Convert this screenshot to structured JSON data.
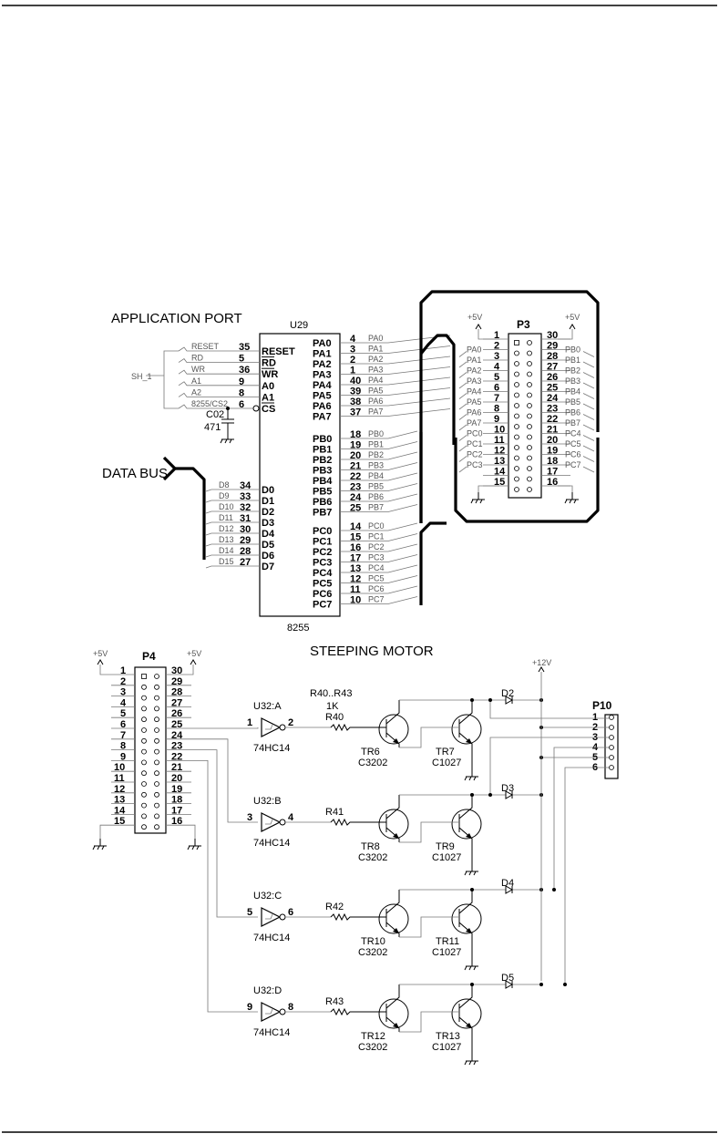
{
  "application_port": {
    "title": "APPLICATION PORT",
    "ic_ref": "U29",
    "ic_part": "8255",
    "harness": "SH_1",
    "cap_ref": "C02",
    "cap_value": "471",
    "data_bus_label": "DATA BUS",
    "ctrl_pins": [
      {
        "signal": "RESET",
        "pin": "35",
        "name": "RESET"
      },
      {
        "signal": "RD",
        "pin": "5",
        "name": "RD"
      },
      {
        "signal": "WR",
        "pin": "36",
        "name": "WR"
      },
      {
        "signal": "A1",
        "pin": "9",
        "name": "A0"
      },
      {
        "signal": "A2",
        "pin": "8",
        "name": "A1"
      },
      {
        "signal": "8255/CS2",
        "pin": "6",
        "name": "CS"
      }
    ],
    "data_pins": [
      {
        "signal": "D8",
        "pin": "34",
        "name": "D0"
      },
      {
        "signal": "D9",
        "pin": "33",
        "name": "D1"
      },
      {
        "signal": "D10",
        "pin": "32",
        "name": "D2"
      },
      {
        "signal": "D11",
        "pin": "31",
        "name": "D3"
      },
      {
        "signal": "D12",
        "pin": "30",
        "name": "D4"
      },
      {
        "signal": "D13",
        "pin": "29",
        "name": "D5"
      },
      {
        "signal": "D14",
        "pin": "28",
        "name": "D6"
      },
      {
        "signal": "D15",
        "pin": "27",
        "name": "D7"
      }
    ],
    "port_a": [
      {
        "name": "PA0",
        "pin": "4",
        "signal": "PA0"
      },
      {
        "name": "PA1",
        "pin": "3",
        "signal": "PA1"
      },
      {
        "name": "PA2",
        "pin": "2",
        "signal": "PA2"
      },
      {
        "name": "PA3",
        "pin": "1",
        "signal": "PA3"
      },
      {
        "name": "PA4",
        "pin": "40",
        "signal": "PA4"
      },
      {
        "name": "PA5",
        "pin": "39",
        "signal": "PA5"
      },
      {
        "name": "PA6",
        "pin": "38",
        "signal": "PA6"
      },
      {
        "name": "PA7",
        "pin": "37",
        "signal": "PA7"
      }
    ],
    "port_b": [
      {
        "name": "PB0",
        "pin": "18",
        "signal": "PB0"
      },
      {
        "name": "PB1",
        "pin": "19",
        "signal": "PB1"
      },
      {
        "name": "PB2",
        "pin": "20",
        "signal": "PB2"
      },
      {
        "name": "PB3",
        "pin": "21",
        "signal": "PB3"
      },
      {
        "name": "PB4",
        "pin": "22",
        "signal": "PB4"
      },
      {
        "name": "PB5",
        "pin": "23",
        "signal": "PB5"
      },
      {
        "name": "PB6",
        "pin": "24",
        "signal": "PB6"
      },
      {
        "name": "PB7",
        "pin": "25",
        "signal": "PB7"
      }
    ],
    "port_c": [
      {
        "name": "PC0",
        "pin": "14",
        "signal": "PC0"
      },
      {
        "name": "PC1",
        "pin": "15",
        "signal": "PC1"
      },
      {
        "name": "PC2",
        "pin": "16",
        "signal": "PC2"
      },
      {
        "name": "PC3",
        "pin": "17",
        "signal": "PC3"
      },
      {
        "name": "PC4",
        "pin": "13",
        "signal": "PC4"
      },
      {
        "name": "PC5",
        "pin": "12",
        "signal": "PC5"
      },
      {
        "name": "PC6",
        "pin": "11",
        "signal": "PC6"
      },
      {
        "name": "PC7",
        "pin": "10",
        "signal": "PC7"
      }
    ]
  },
  "p3": {
    "ref": "P3",
    "vcc_left": "+5V",
    "vcc_right": "+5V",
    "left": [
      {
        "signal": "",
        "pin": "1"
      },
      {
        "signal": "PA0",
        "pin": "2"
      },
      {
        "signal": "PA1",
        "pin": "3"
      },
      {
        "signal": "PA2",
        "pin": "4"
      },
      {
        "signal": "PA3",
        "pin": "5"
      },
      {
        "signal": "PA4",
        "pin": "6"
      },
      {
        "signal": "PA5",
        "pin": "7"
      },
      {
        "signal": "PA6",
        "pin": "8"
      },
      {
        "signal": "PA7",
        "pin": "9"
      },
      {
        "signal": "PC0",
        "pin": "10"
      },
      {
        "signal": "PC1",
        "pin": "11"
      },
      {
        "signal": "PC2",
        "pin": "12"
      },
      {
        "signal": "PC3",
        "pin": "13"
      },
      {
        "signal": "",
        "pin": "14"
      },
      {
        "signal": "",
        "pin": "15"
      }
    ],
    "right": [
      {
        "signal": "",
        "pin": "30"
      },
      {
        "signal": "PB0",
        "pin": "29"
      },
      {
        "signal": "PB1",
        "pin": "28"
      },
      {
        "signal": "PB2",
        "pin": "27"
      },
      {
        "signal": "PB3",
        "pin": "26"
      },
      {
        "signal": "PB4",
        "pin": "25"
      },
      {
        "signal": "PB5",
        "pin": "24"
      },
      {
        "signal": "PB6",
        "pin": "23"
      },
      {
        "signal": "PB7",
        "pin": "22"
      },
      {
        "signal": "PC4",
        "pin": "21"
      },
      {
        "signal": "PC5",
        "pin": "20"
      },
      {
        "signal": "PC6",
        "pin": "19"
      },
      {
        "signal": "PC7",
        "pin": "18"
      },
      {
        "signal": "",
        "pin": "17"
      },
      {
        "signal": "",
        "pin": "16"
      }
    ]
  },
  "stepping_motor": {
    "title": "STEEPING MOTOR",
    "p4": {
      "ref": "P4",
      "vcc_left": "+5V",
      "vcc_right": "+5V",
      "left_pins": [
        "1",
        "2",
        "3",
        "4",
        "5",
        "6",
        "7",
        "8",
        "9",
        "10",
        "11",
        "12",
        "13",
        "14",
        "15"
      ],
      "right_pins": [
        "30",
        "29",
        "28",
        "27",
        "26",
        "25",
        "24",
        "23",
        "22",
        "21",
        "20",
        "19",
        "18",
        "17",
        "16"
      ]
    },
    "resistor_note": {
      "refs": "R40..R43",
      "value": "1K"
    },
    "vcc12": "+12V",
    "p10": {
      "ref": "P10",
      "pins": [
        "1",
        "2",
        "3",
        "4",
        "5",
        "6"
      ]
    },
    "channels": [
      {
        "gate": "U32:A",
        "part": "74HC14",
        "in_pin": "1",
        "out_pin": "2",
        "resistor": "R40",
        "tr_a": "TR6",
        "tr_a_part": "C3202",
        "tr_b": "TR7",
        "tr_b_part": "C1027",
        "diode": "D2"
      },
      {
        "gate": "U32:B",
        "part": "74HC14",
        "in_pin": "3",
        "out_pin": "4",
        "resistor": "R41",
        "tr_a": "TR8",
        "tr_a_part": "C3202",
        "tr_b": "TR9",
        "tr_b_part": "C1027",
        "diode": "D3"
      },
      {
        "gate": "U32:C",
        "part": "74HC14",
        "in_pin": "5",
        "out_pin": "6",
        "resistor": "R42",
        "tr_a": "TR10",
        "tr_a_part": "C3202",
        "tr_b": "TR11",
        "tr_b_part": "C1027",
        "diode": "D4"
      },
      {
        "gate": "U32:D",
        "part": "74HC14",
        "in_pin": "9",
        "out_pin": "8",
        "resistor": "R43",
        "tr_a": "TR12",
        "tr_a_part": "C3202",
        "tr_b": "TR13",
        "tr_b_part": "C1027",
        "diode": "D5"
      }
    ]
  }
}
